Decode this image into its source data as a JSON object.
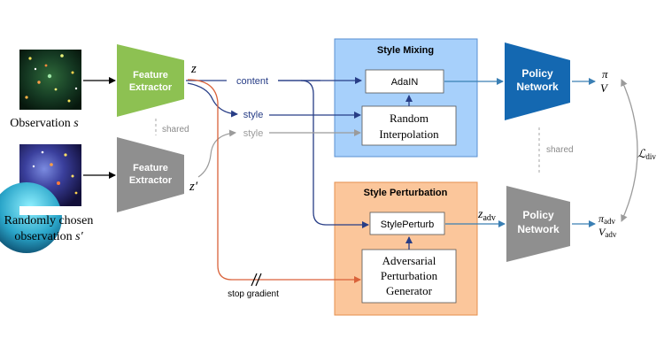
{
  "colors": {
    "green": "#8dc152",
    "gray_block": "#8f8f8f",
    "blue_block": "#1468b1",
    "mixing_bg": "#a7d0fb",
    "mixing_border": "#5a8fd1",
    "perturb_bg": "#fbc69b",
    "perturb_border": "#e48f4e",
    "navy_arrow": "#273d86",
    "teal_arrow": "#3a7fb4",
    "orange_arrow": "#d9623a",
    "gray_arrow": "#9b9b9b"
  },
  "observations": {
    "obs1_label": "Observation ",
    "obs1_symbol": "s",
    "obs2_line1": "Randomly chosen",
    "obs2_line2": "observation ",
    "obs2_symbol": "s′"
  },
  "extractors": {
    "top_line1": "Feature",
    "top_line2": "Extractor",
    "bottom_line1": "Feature",
    "bottom_line2": "Extractor",
    "shared": "shared"
  },
  "latents": {
    "z": "z",
    "z_prime": "z′",
    "content": "content",
    "style": "style",
    "style_gray": "style",
    "z_adv": "z",
    "z_adv_sub": "adv"
  },
  "style_mixing": {
    "title": "Style Mixing",
    "adain": "AdaIN",
    "random_line1": "Random",
    "random_line2": "Interpolation"
  },
  "style_perturbation": {
    "title": "Style Perturbation",
    "styleperturb": "StylePerturb",
    "gen_line1": "Adversarial",
    "gen_line2": "Perturbation",
    "gen_line3": "Generator"
  },
  "policies": {
    "top_line1": "Policy",
    "top_line2": "Network",
    "bottom_line1": "Policy",
    "bottom_line2": "Network",
    "shared": "shared"
  },
  "outputs": {
    "pi": "π",
    "v": "V",
    "pi_adv": "π",
    "v_adv": "V",
    "adv_sub": "adv",
    "loss": "ℒ",
    "loss_sub": "div"
  },
  "stop_gradient": "stop gradient"
}
